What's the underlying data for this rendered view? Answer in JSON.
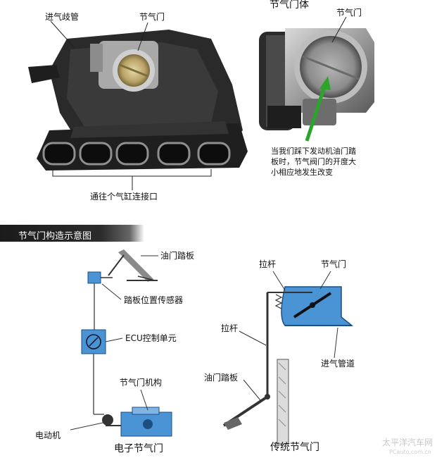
{
  "top": {
    "manifold_label": "进气歧管",
    "throttle_label_left": "节气门",
    "throttle_body_label": "节气门体",
    "throttle_label_right": "节气门",
    "note": "当我们踩下发动机油门踏板时，节气阀门的开度大小相应地发生改变",
    "cylinder_label": "通往个气缸连接口"
  },
  "section_title": "节气门构造示意图",
  "electronic": {
    "pedal_label": "油门踏板",
    "sensor_label": "踏板位置传感器",
    "ecu_label": "ECU控制单元",
    "mechanism_label": "节气门机构",
    "motor_label": "电动机",
    "caption": "电子节气门"
  },
  "traditional": {
    "rod_label_top": "拉杆",
    "throttle_label": "节气门",
    "rod_label_mid": "拉杆",
    "intake_label": "进气管道",
    "pedal_label": "油门踏板",
    "caption": "传统节气门"
  },
  "watermark": {
    "main": "太平洋汽车网",
    "sub": "PCauto.com.cn"
  },
  "colors": {
    "part_blue": "#4a93d4",
    "arrow_green": "#2aa52a",
    "banner": "#1b1b1b"
  }
}
